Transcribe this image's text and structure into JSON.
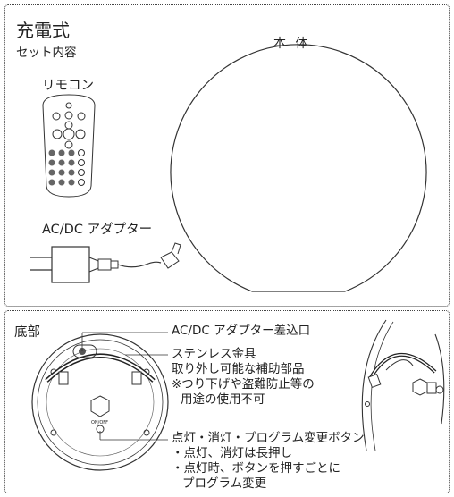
{
  "top_panel": {
    "title": "充電式",
    "set_contents": "セット内容",
    "body_label": "本 体",
    "remote_label": "リモコン",
    "adapter_label": "AC/DC アダプター"
  },
  "bottom_panel": {
    "bottom_label": "底部",
    "switch_label": "ON/OFF",
    "callouts": {
      "adapter_port": "AC/DC アダプター差込口",
      "bracket_title": "ステンレス金具",
      "bracket_line2": "取り外し可能な補助部品",
      "bracket_line3": "※つり下げや盗難防止等の",
      "bracket_line4": "用途の使用不可",
      "button_title": "点灯・消灯・プログラム変更ボタン",
      "button_line2": "・点灯、消灯は長押し",
      "button_line3": "・点灯時、ボタンを押すごとに",
      "button_line4": "プログラム変更"
    }
  }
}
